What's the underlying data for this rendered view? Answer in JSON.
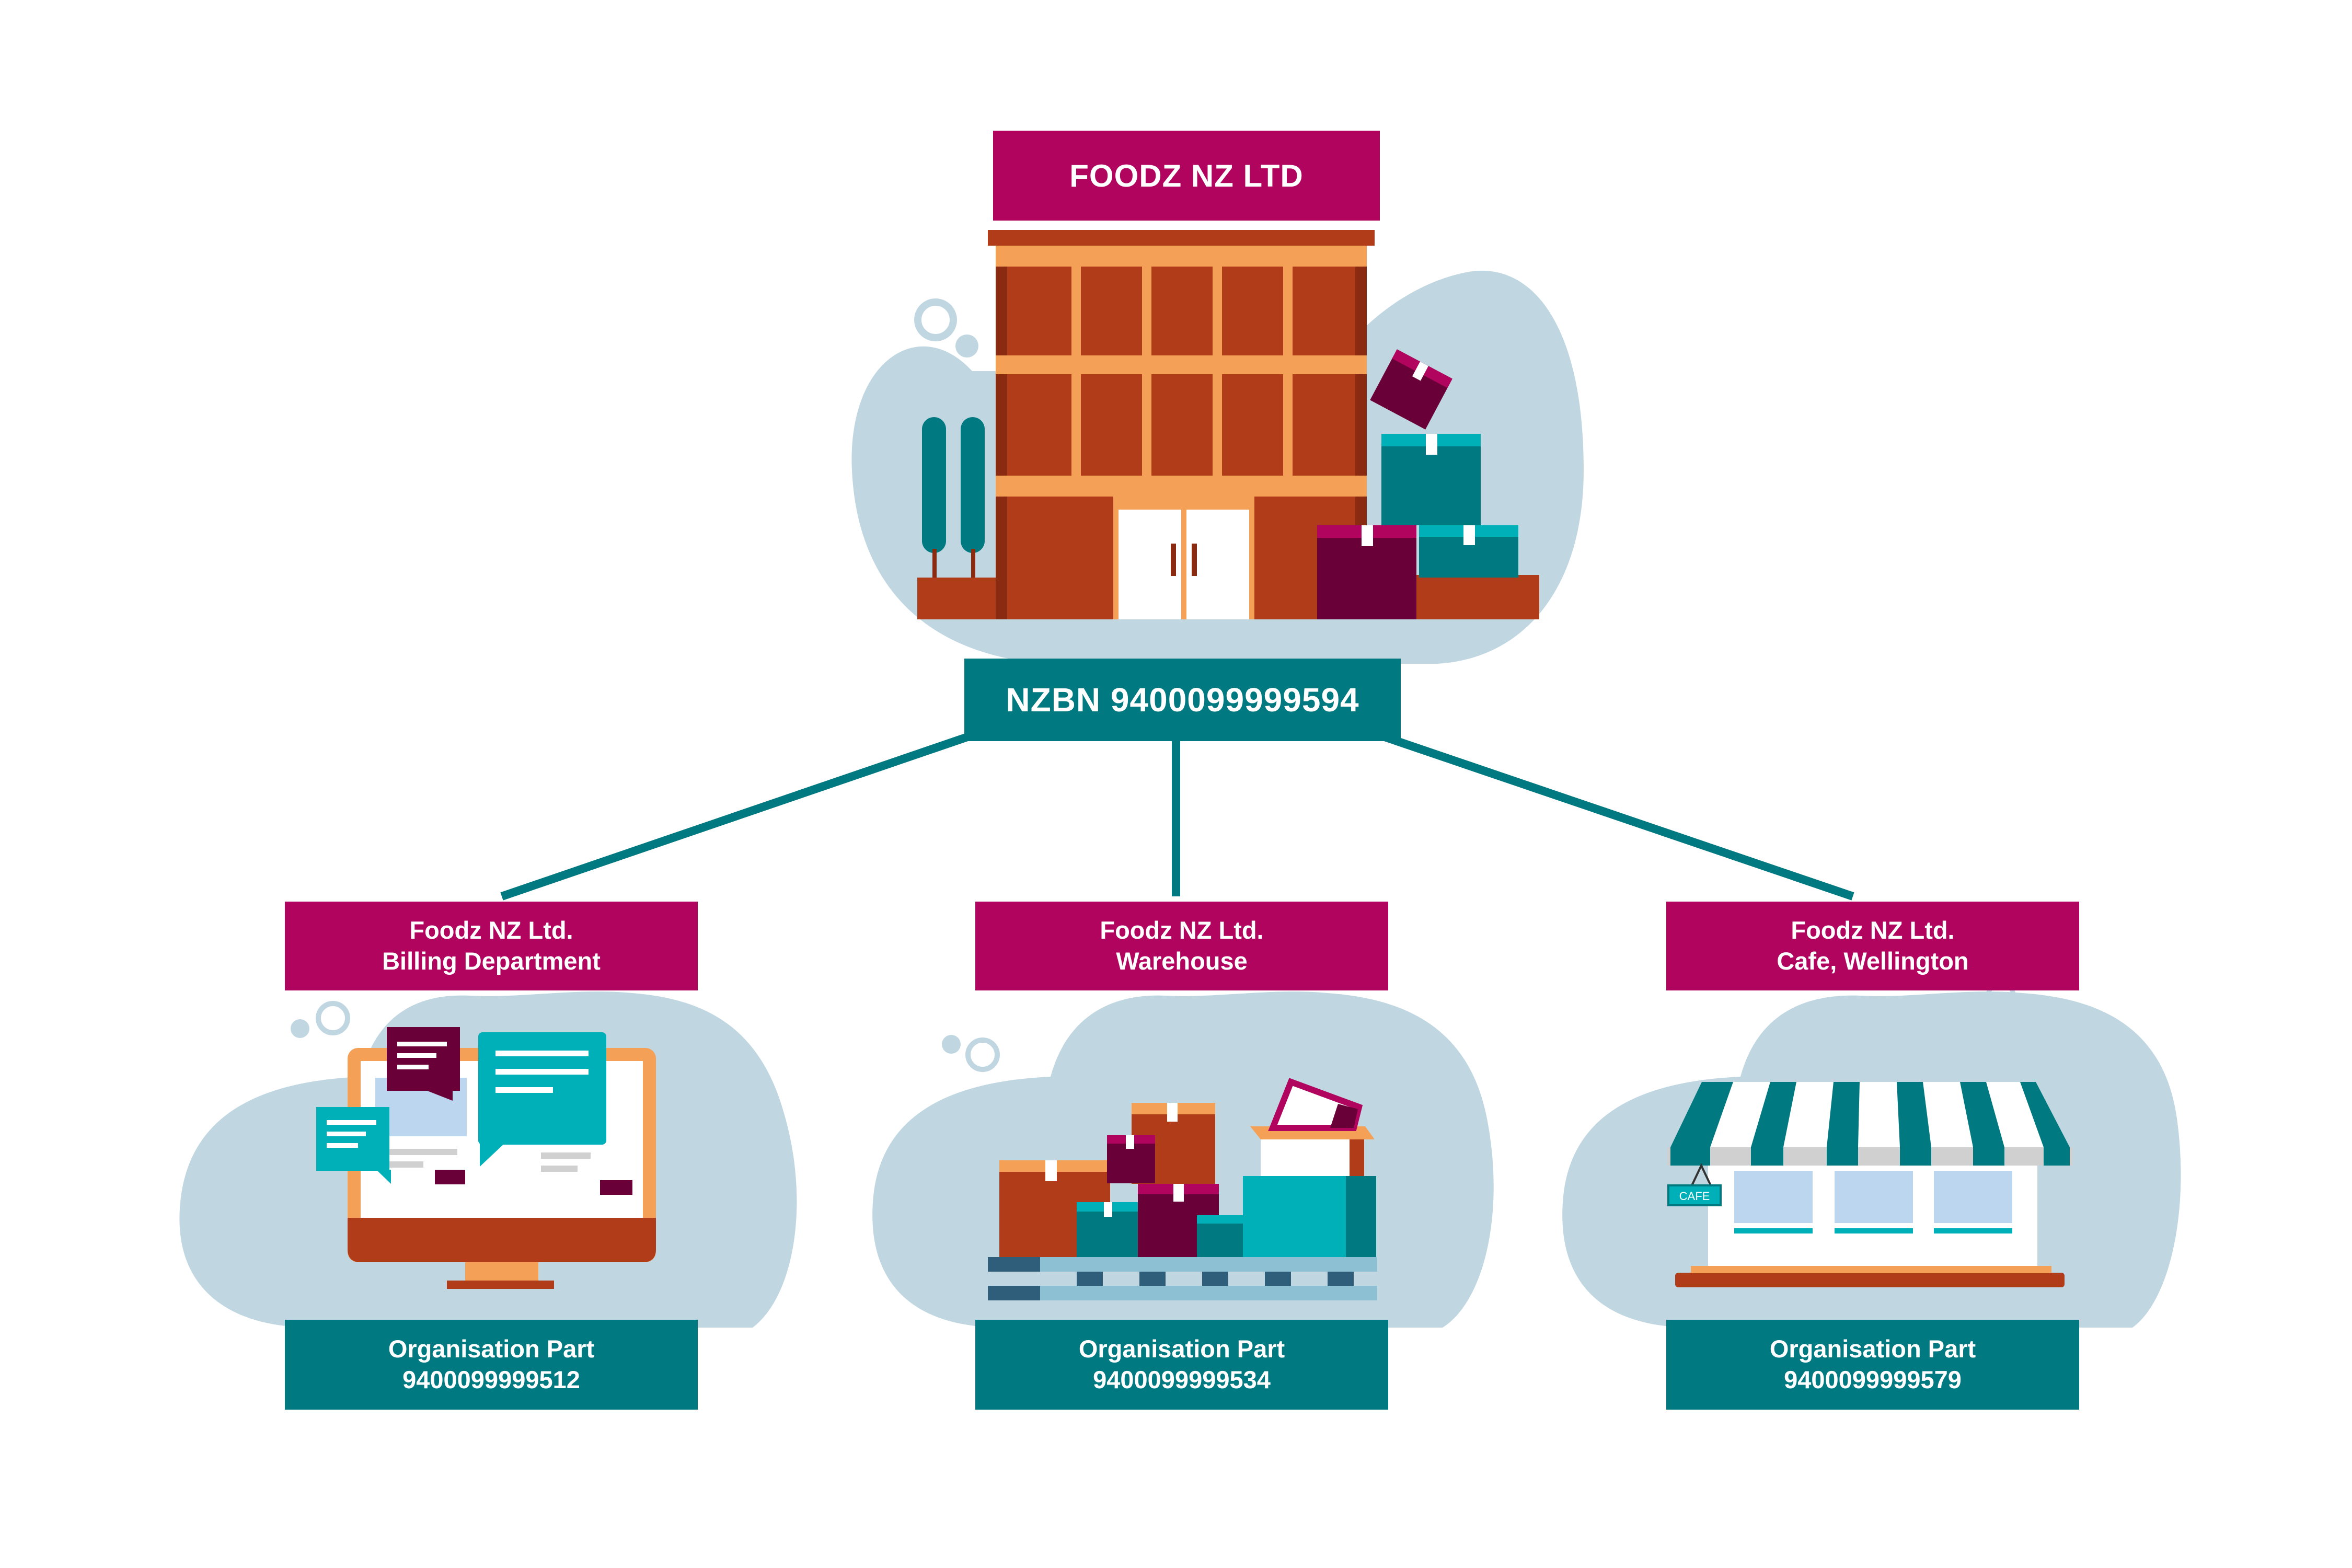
{
  "company": {
    "name": "FOODZ NZ LTD",
    "nzbn": "NZBN 9400099999594"
  },
  "parts": [
    {
      "title_line1": "Foodz NZ Ltd.",
      "title_line2": "Billing Department",
      "type_label": "Organisation Part",
      "number": "9400099999512"
    },
    {
      "title_line1": "Foodz NZ Ltd.",
      "title_line2": "Warehouse",
      "type_label": "Organisation Part",
      "number": "9400099999534"
    },
    {
      "title_line1": "Foodz NZ Ltd.",
      "title_line2": "Cafe, Wellington",
      "type_label": "Organisation Part",
      "number": "9400099999579"
    }
  ],
  "cafe_sign": "CAFE",
  "colors": {
    "magenta": "#b0045e",
    "teal": "#007a80",
    "blob": "#c0d7e2",
    "brick": "#b03c1a",
    "orange": "#f5a057",
    "plum": "#6a0038",
    "cyan": "#00b0b9"
  }
}
